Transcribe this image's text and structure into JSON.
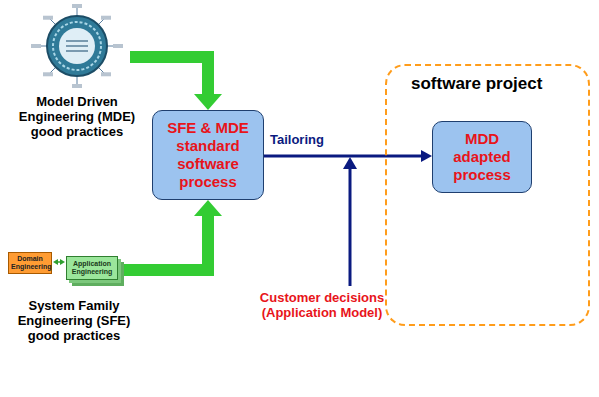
{
  "diagram": {
    "nodes": [
      {
        "text": [
          "Model Driven Engineering (MDE) good practices"
        ]
      },
      {
        "text": [
          "Domain Engineering"
        ]
      },
      {
        "text": [
          "Application Engineering"
        ]
      },
      {
        "text": [
          "SFE & MDE standard software process"
        ]
      },
      {
        "text": [
          "software project"
        ]
      },
      {
        "text": [
          "MDD adapted process"
        ],
        "in": 4
      }
    ],
    "edges": [
      {
        "from": 0,
        "to": 3,
        "arrow": "to"
      },
      {
        "from": 2,
        "to": 3,
        "arrow": "to"
      },
      {
        "from": 1,
        "to": 2,
        "arrow": "both"
      },
      {
        "from": 3,
        "to": 5,
        "label": "Tailoring",
        "arrow": "to"
      }
    ],
    "labels": [
      "System Family Engineering (SFE) good practices",
      "Customer decisions (Application Model)"
    ]
  }
}
